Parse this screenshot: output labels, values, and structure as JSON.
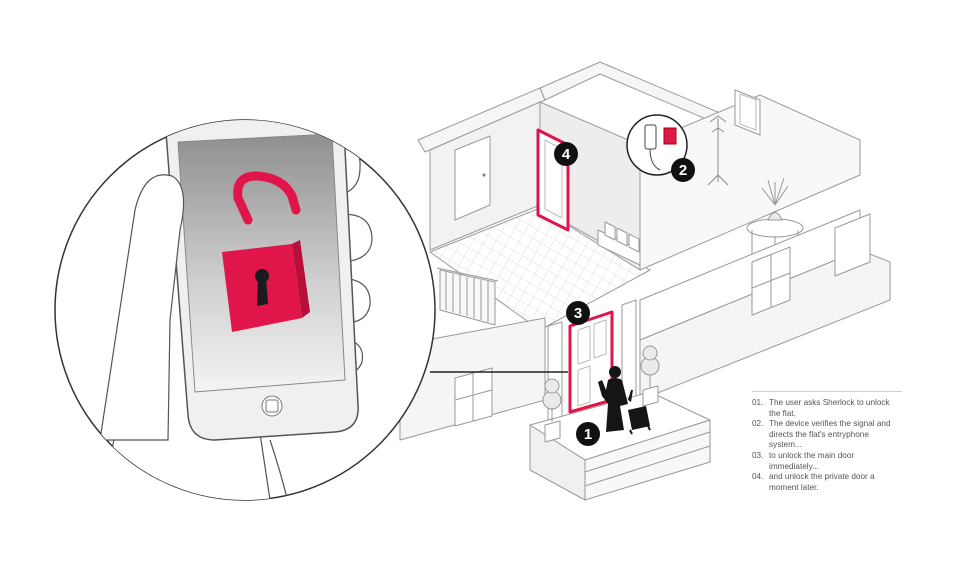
{
  "callouts": [
    "1",
    "2",
    "3",
    "4"
  ],
  "steps": [
    {
      "no": "01.",
      "text": "The user asks Sherlock to unlock the flat."
    },
    {
      "no": "02.",
      "text": "The device verifies the signal and directs the flat's entryphone system..."
    },
    {
      "no": "03.",
      "text": "to unlock the main door immediately..."
    },
    {
      "no": "04.",
      "text": "and unlock the private door a moment later."
    }
  ],
  "colors": {
    "accent": "#e0154a",
    "line": "#9a9a9a",
    "wall": "#f4f4f4",
    "callout_bg": "#111111"
  },
  "icons": [
    "smartphone-icon",
    "unlocked-padlock-icon",
    "keyhole-icon",
    "entryphone-icon",
    "coat-stand-icon",
    "person-with-suitcase-icon"
  ]
}
